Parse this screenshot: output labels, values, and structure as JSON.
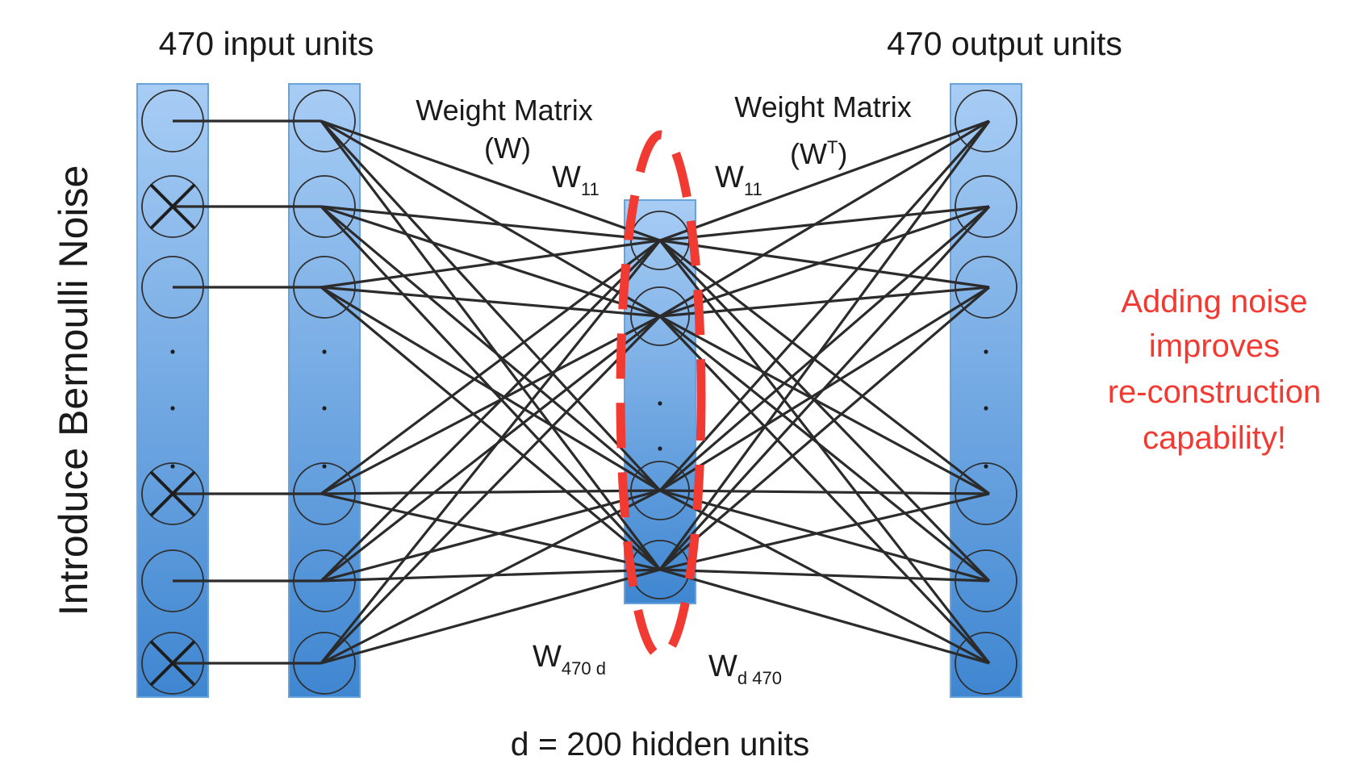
{
  "labels": {
    "input_units": "470 input units",
    "output_units": "470 output units",
    "noise_side": "Introduce Bernoulli Noise",
    "weight_matrix_left_line1": "Weight Matrix",
    "weight_matrix_left_line2": "(W)",
    "weight_matrix_right_line1": "Weight Matrix",
    "weight_matrix_right_base": "(W",
    "weight_matrix_right_sup": "T",
    "weight_matrix_right_close": ")",
    "w11_left_base": "W",
    "w11_left_sub": "11",
    "w11_right_base": "W",
    "w11_right_sub": "11",
    "w470d_base": "W",
    "w470d_sub": "470 d",
    "wd470_base": "W",
    "wd470_sub": "d 470",
    "hidden_units": "d = 200 hidden units"
  },
  "annotation": {
    "lines": [
      "Adding noise",
      "improves",
      "re-construction",
      "capability!"
    ]
  },
  "input_nodes_masked": [
    false,
    true,
    false,
    true,
    false,
    true
  ],
  "colors": {
    "column_top": "#a8cdf5",
    "column_bottom": "#3f86d1",
    "column_border": "#6aa2dc",
    "highlight_ellipse": "#f03a32",
    "annotation_text": "#f03a32",
    "connections": "#2b2b2b"
  }
}
